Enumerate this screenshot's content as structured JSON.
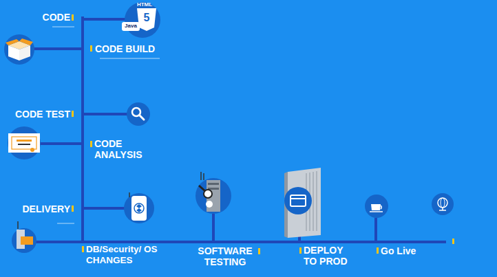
{
  "diagram": {
    "labels": [
      "CODE",
      "HTML",
      "Java",
      "5",
      "CODE BUILD",
      "CODE TEST",
      "CODE ANALYSIS",
      "DELIVERY",
      "DB/Security/ OS CHANGES",
      "SOFTWARE TESTING",
      "DEPLOY TO PROD",
      "Go Live"
    ]
  }
}
